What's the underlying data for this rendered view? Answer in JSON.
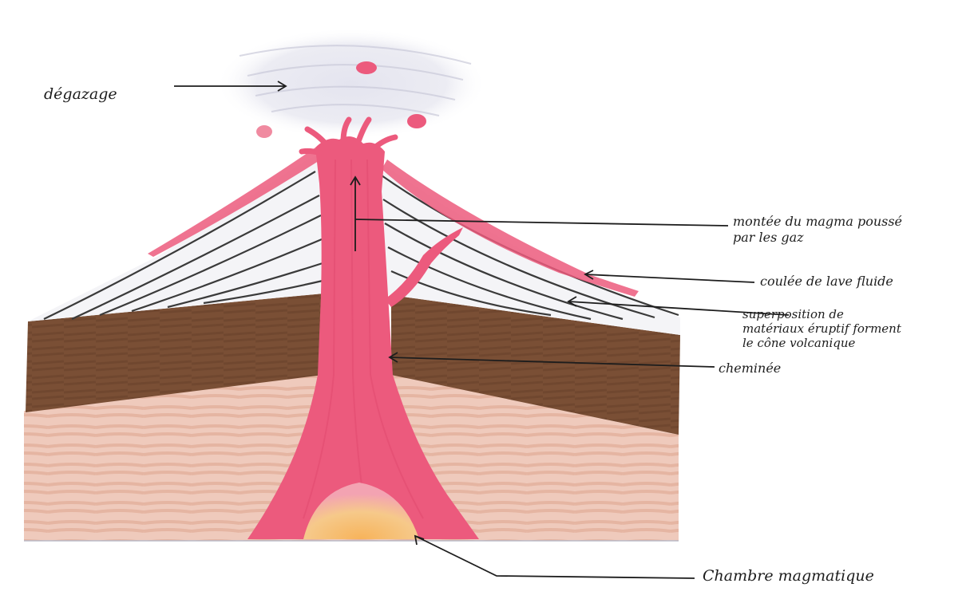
{
  "diagram": {
    "labels": {
      "degazage": "dégazage",
      "montee": "montée du magma poussé\npar les gaz",
      "coulee": "coulée de lave fluide",
      "superposition": "superposition de\nmatériaux éruptif forment\nle cône volcanique",
      "cheminee": "cheminée",
      "chambre": "Chambre magmatique"
    },
    "colors": {
      "magma": "#ec5a7d",
      "magma_light": "#f39aae",
      "brown_layer": "#7a4f35",
      "lower_crust": "#e8b9a6",
      "cone_lines": "#3a3a3a",
      "smoke": "#d8d8e6",
      "chamber": "#f6c070",
      "ink": "#1d1d1d"
    }
  }
}
